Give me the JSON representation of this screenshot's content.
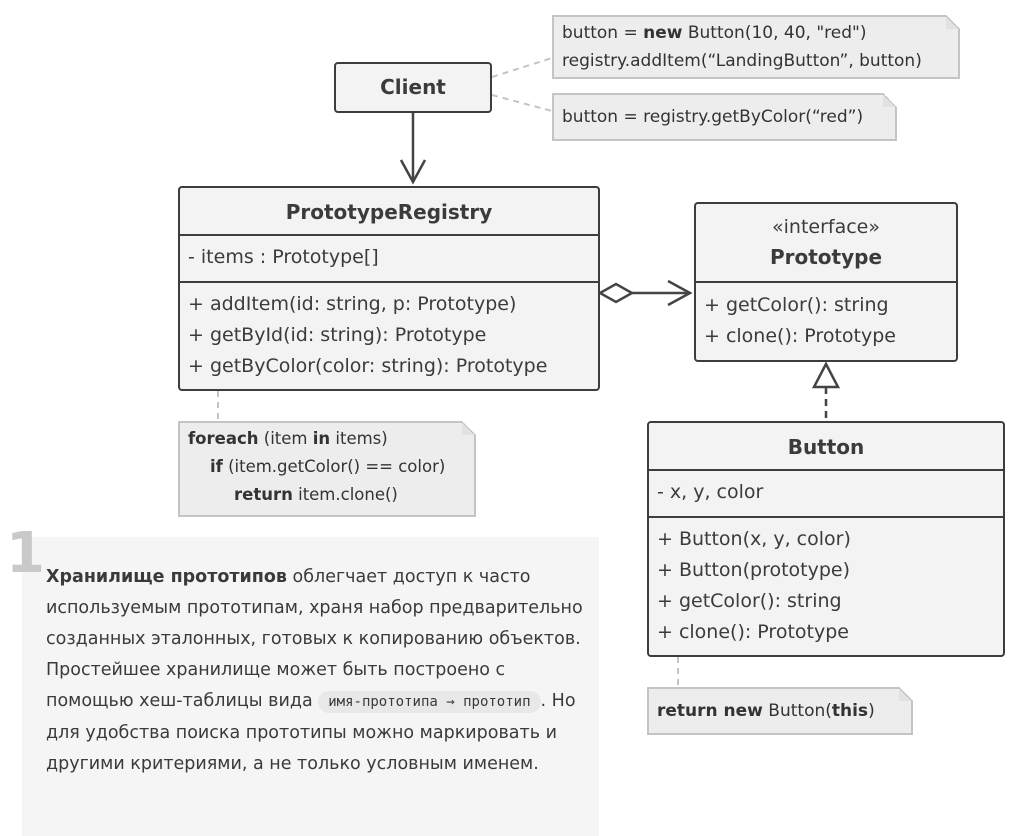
{
  "client": {
    "title": "Client"
  },
  "registry": {
    "title": "PrototypeRegistry",
    "fields": [
      "- items : Prototype[]"
    ],
    "methods": [
      "+ addItem(id: string, p: Prototype)",
      "+ getById(id: string): Prototype",
      "+ getByColor(color: string): Prototype"
    ]
  },
  "prototype": {
    "stereotype": "«interface»",
    "title": "Prototype",
    "methods": [
      "+ getColor(): string",
      "+ clone(): Prototype"
    ]
  },
  "button": {
    "title": "Button",
    "fields": [
      "- x, y, color"
    ],
    "methods": [
      "+ Button(x, y, color)",
      "+ Button(prototype)",
      "+ getColor(): string",
      "+ clone(): Prototype"
    ]
  },
  "notes": {
    "client_create": {
      "l1_a": "button = ",
      "l1_kw": "new",
      "l1_b": " Button(10, 40, \"red\")",
      "l2": "registry.addItem(“LandingButton”, button)"
    },
    "client_get": {
      "l1": "button = registry.getByColor(“red”)"
    },
    "foreach": {
      "kw_foreach": "foreach",
      "t1": " (item ",
      "kw_in": "in",
      "t2": " items)",
      "kw_if": "if",
      "t3": " (item.getColor() == color)",
      "kw_return": "return",
      "t4": " item.clone()"
    },
    "button_clone": {
      "kw_return_new": "return new",
      "t1": " Button(",
      "kw_this": "this",
      "t2": ")"
    }
  },
  "description": {
    "number": "1",
    "bold": "Хранилище прототипов",
    "text1": " облегчает доступ к часто используемым прототипам, храня набор предварительно созданных эталонных, готовых к копированию объектов. Простейшее хранилище может быть построено с помощью хеш-таблицы вида ",
    "code": "имя-прототипа → прототип",
    "text2": ". Но для удобства поиска прототипы можно маркировать и другими критериями, а не только условным именем."
  }
}
